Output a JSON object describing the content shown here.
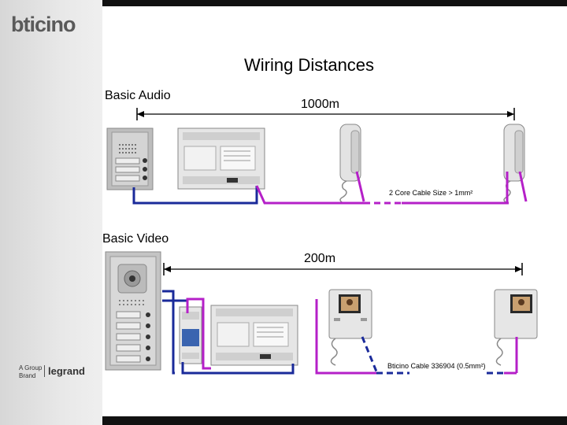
{
  "brand": {
    "logo": "bticino",
    "group_line1": "A Group",
    "group_line2": "Brand",
    "parent": "legrand"
  },
  "title": "Wiring Distances",
  "audio": {
    "label": "Basic Audio",
    "distance": "1000m",
    "cable": "2 Core Cable Size > 1mm²"
  },
  "video": {
    "label": "Basic Video",
    "distance": "200m",
    "cable": "Bticino Cable 336904 (0.5mm²)"
  },
  "colors": {
    "blue_wire": "#1a2a9a",
    "purple_wire": "#b520c8",
    "panel": "#c8c8c8"
  }
}
